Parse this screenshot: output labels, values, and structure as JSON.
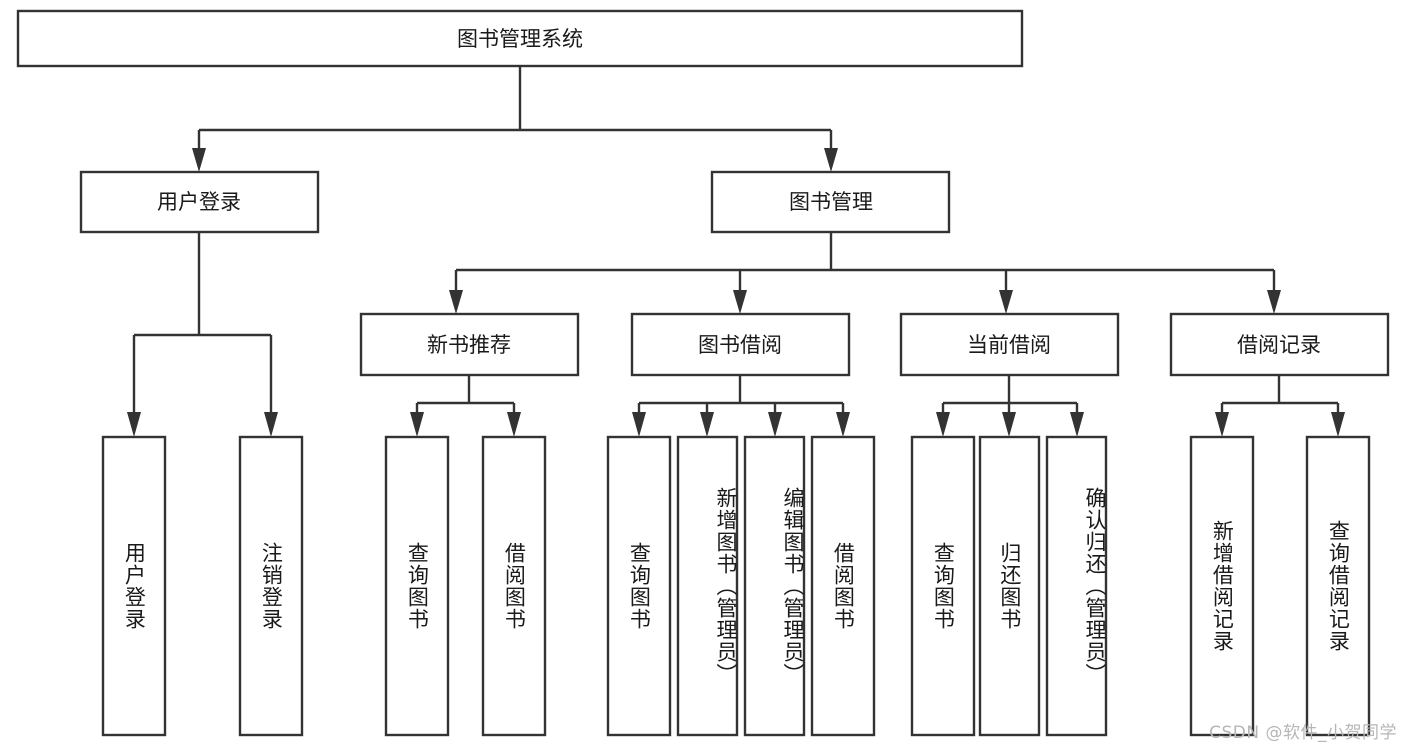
{
  "diagram": {
    "title": "图书管理系统",
    "type": "tree",
    "orientation": "top-down",
    "colors": {
      "background": "#ffffff",
      "node_fill": "#ffffff",
      "node_stroke": "#333333",
      "text": "#1a1a1a",
      "watermark": "#b6b6b6"
    },
    "root": {
      "label": "图书管理系统"
    },
    "level1": [
      {
        "label": "用户登录"
      },
      {
        "label": "图书管理"
      }
    ],
    "level2": [
      {
        "label": "新书推荐"
      },
      {
        "label": "图书借阅"
      },
      {
        "label": "当前借阅"
      },
      {
        "label": "借阅记录"
      }
    ],
    "leaves": {
      "user_login": [
        {
          "label": "用户登录"
        },
        {
          "label": "注销登录"
        }
      ],
      "new_book_recommend": [
        {
          "label": "查询图书"
        },
        {
          "label": "借阅图书"
        }
      ],
      "book_borrow": [
        {
          "label": "查询图书"
        },
        {
          "label": "新增图书（管理员）"
        },
        {
          "label": "编辑图书（管理员）"
        },
        {
          "label": "借阅图书"
        }
      ],
      "current_borrow": [
        {
          "label": "查询图书"
        },
        {
          "label": "归还图书"
        },
        {
          "label": "确认归还（管理员）"
        }
      ],
      "borrow_record": [
        {
          "label": "新增借阅记录"
        },
        {
          "label": "查询借阅记录"
        }
      ]
    }
  },
  "watermark": {
    "text": "CSDN @软件_小贺同学"
  }
}
